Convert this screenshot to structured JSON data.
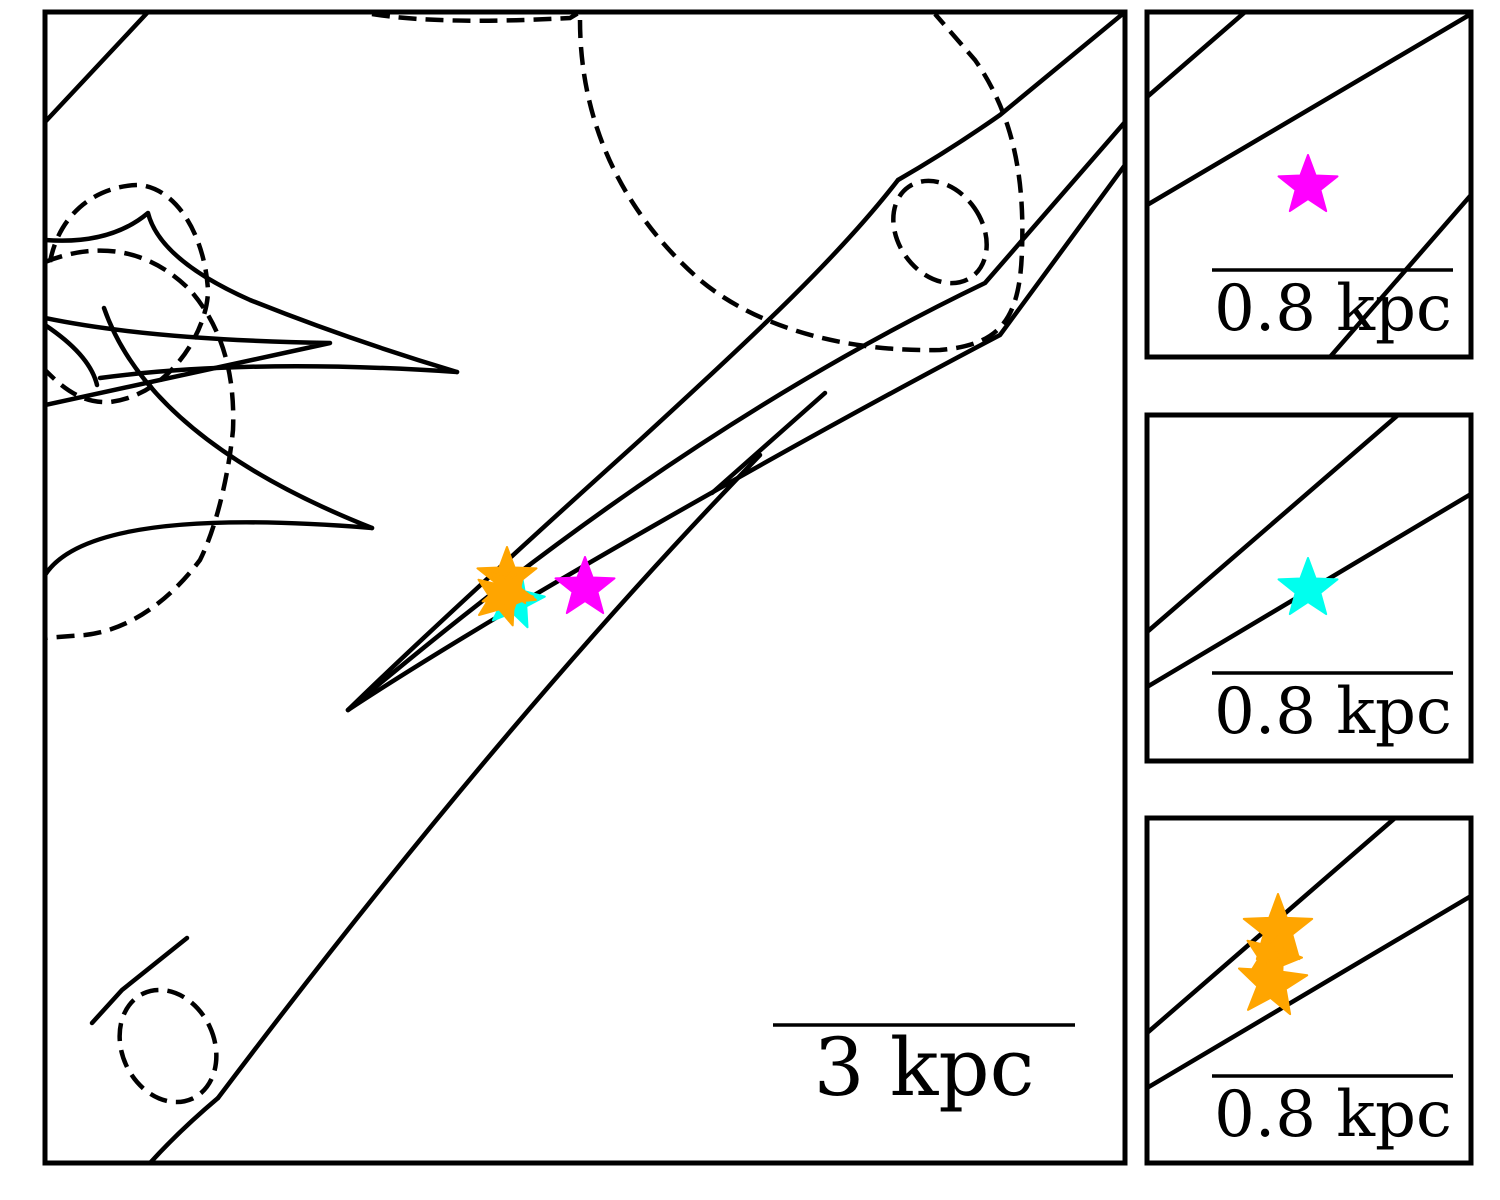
{
  "main_panel": {
    "scale_label": "3 kpc"
  },
  "insets": [
    {
      "scale_label": "0.8 kpc",
      "star_color": "#ff00ff",
      "star_count": 1
    },
    {
      "scale_label": "0.8 kpc",
      "star_color": "#00ffee",
      "star_count": 1
    },
    {
      "scale_label": "0.8 kpc",
      "star_color": "#ffa500",
      "star_count": 3
    }
  ],
  "colors": {
    "magenta_star": "#ff00ff",
    "cyan_star": "#00ffee",
    "orange_star": "#ffa500",
    "line": "#000000"
  },
  "icons": {
    "star": "five-point-star"
  }
}
